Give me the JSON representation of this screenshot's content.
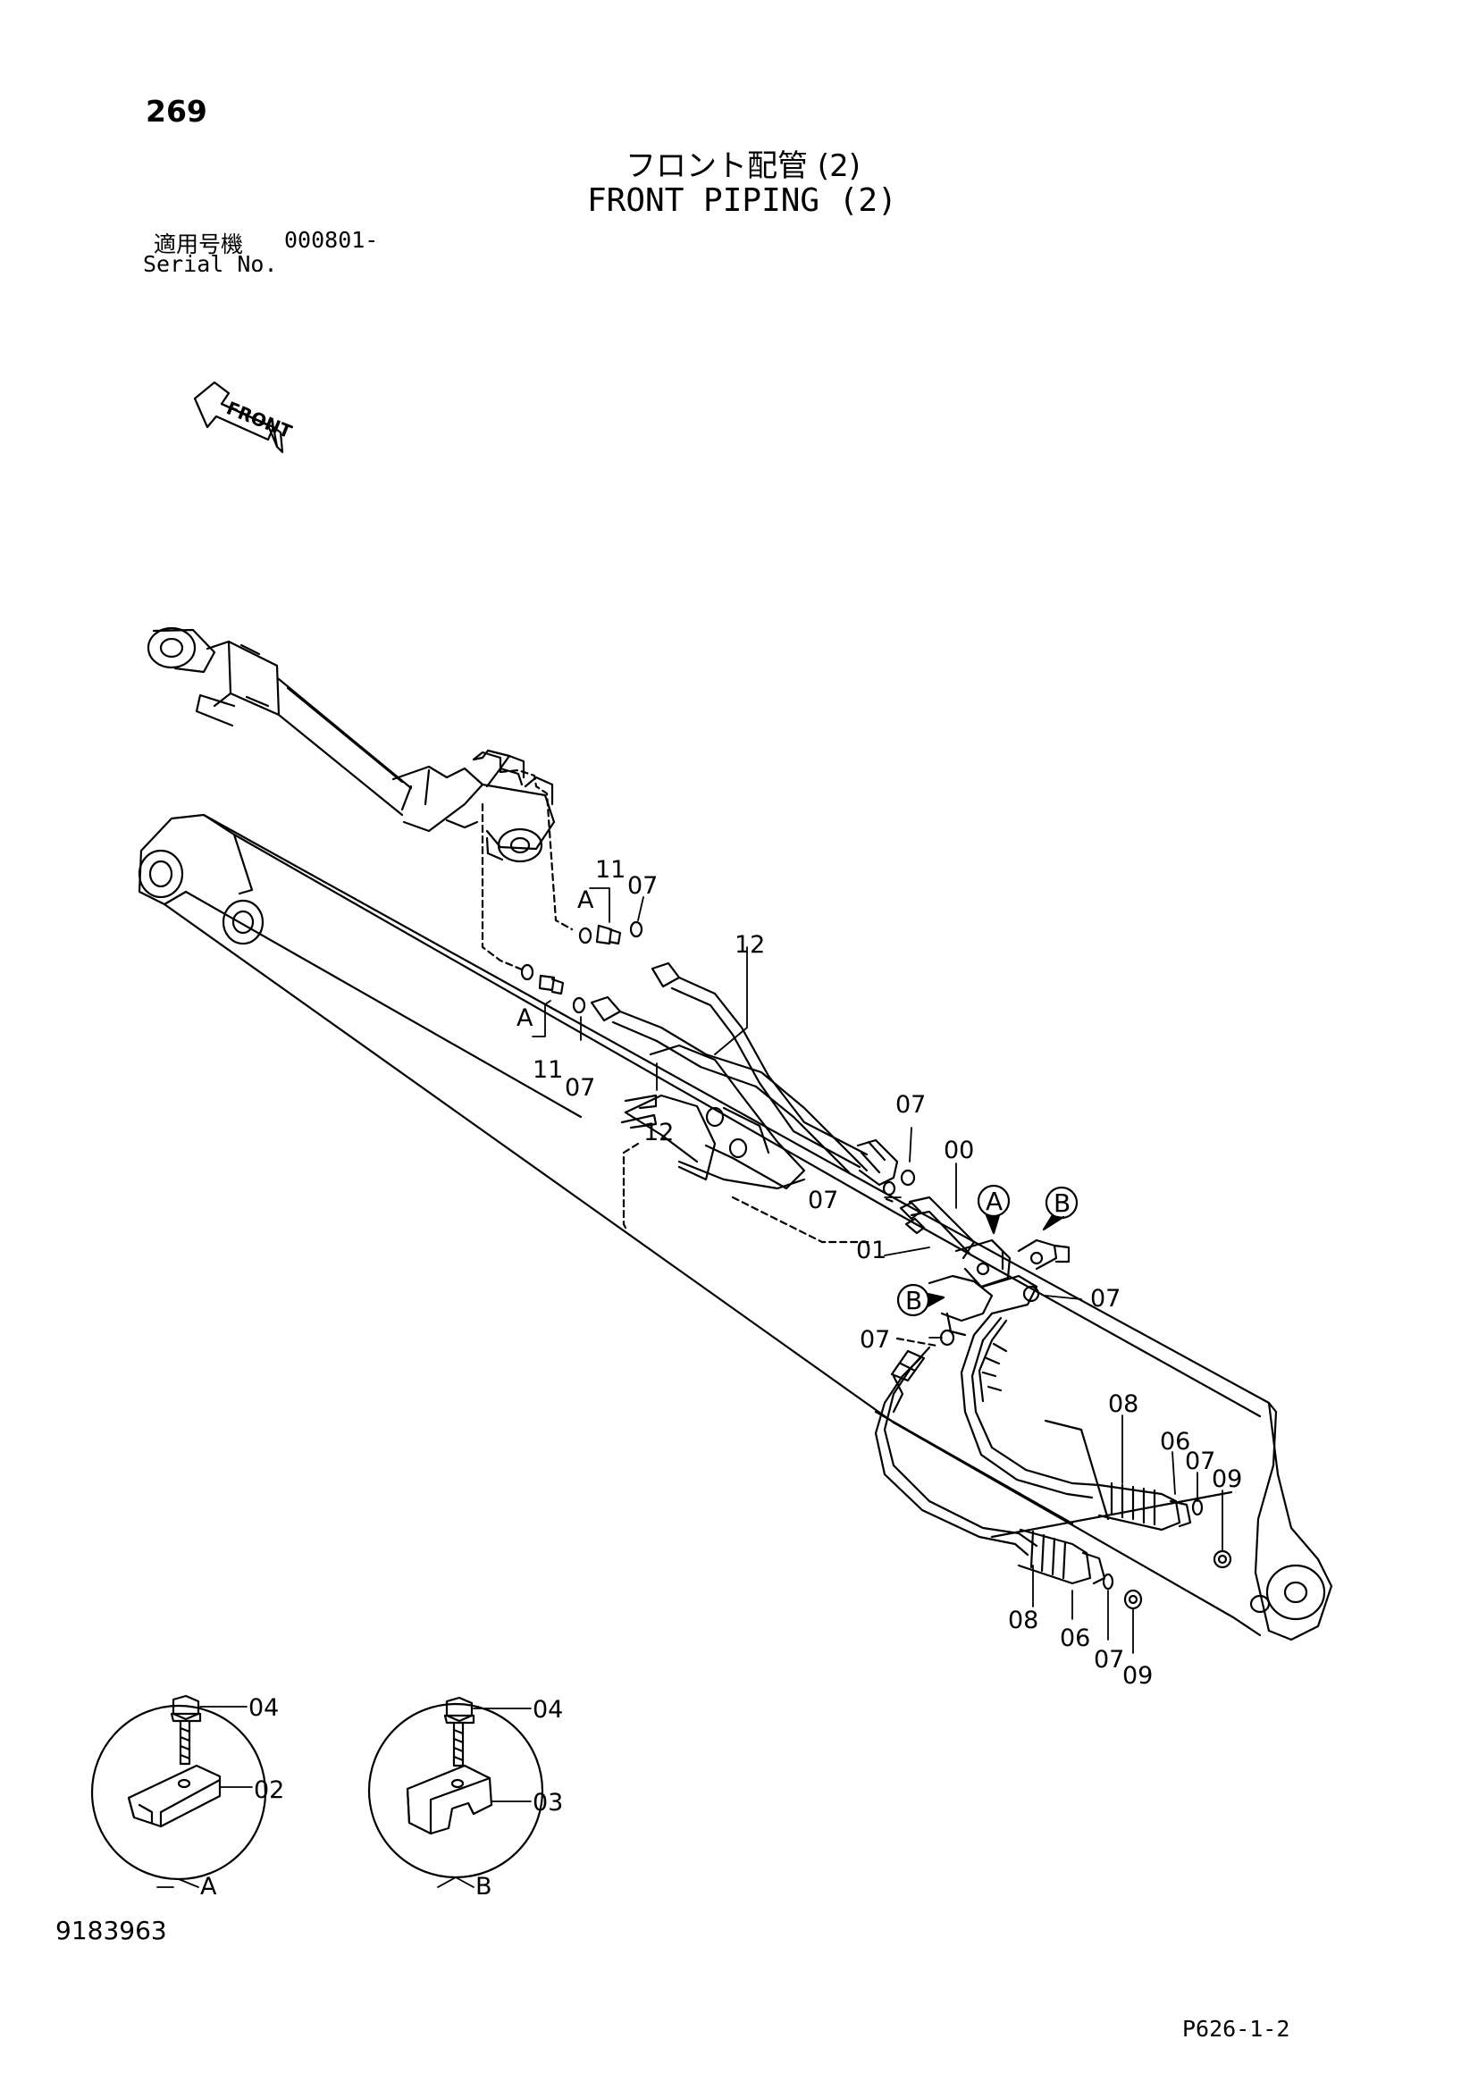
{
  "header": {
    "page_number": "269",
    "title_jp": "フロント配管 (2)",
    "title_en": "FRONT PIPING (2)",
    "serial_label_jp": "適用号機",
    "serial_range": "000801-",
    "serial_label_en": "Serial No."
  },
  "front_arrow": {
    "label": "FRONT"
  },
  "callouts": {
    "c00": "00",
    "c01": "01",
    "c02": "02",
    "c03": "03",
    "c04": "04",
    "c06": "06",
    "c07": "07",
    "c08": "08",
    "c09": "09",
    "c11": "11",
    "c12": "12"
  },
  "detail_letters": {
    "a": "A",
    "b": "B"
  },
  "footer": {
    "doc_number": "9183963",
    "ref_code": "P626-1-2"
  },
  "colors": {
    "ink": "#000000",
    "paper": "#ffffff"
  }
}
